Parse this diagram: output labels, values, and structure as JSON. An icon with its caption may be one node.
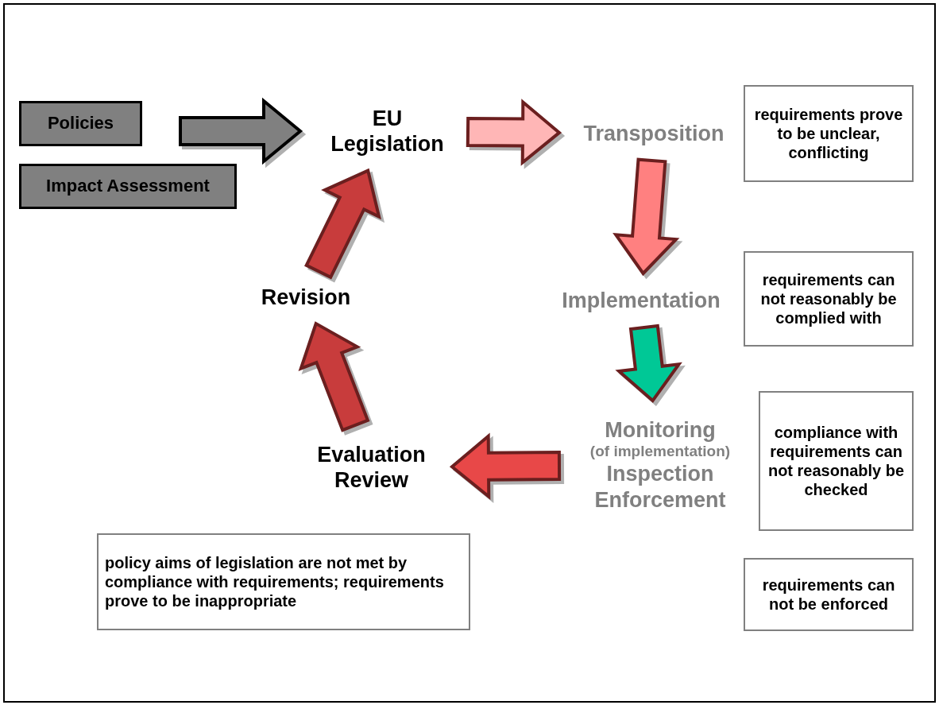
{
  "diagram": {
    "nodes": [
      {
        "text": [
          "Policies"
        ]
      },
      {
        "text": [
          "Impact Assessment"
        ]
      },
      {
        "text": [
          "EU Legislation"
        ]
      },
      {
        "text": [
          "Transposition"
        ]
      },
      {
        "text": [
          "Implementation"
        ]
      },
      {
        "text": [
          "Monitoring",
          "(of implementation)",
          "Inspection Enforcement"
        ]
      },
      {
        "text": [
          "Evaluation Review"
        ]
      },
      {
        "text": [
          "Revision"
        ]
      },
      {
        "text": [
          "requirements prove to be unclear, conflicting"
        ]
      },
      {
        "text": [
          "requirements can not reasonably be complied with"
        ]
      },
      {
        "text": [
          "compliance with requirements can not reasonably be checked"
        ]
      },
      {
        "text": [
          "requirements can not be enforced"
        ]
      },
      {
        "text": [
          "policy aims of legislation are not met by compliance with requirements; requirements prove to be inappropriate"
        ]
      }
    ],
    "edges": [
      {
        "from": 0,
        "to": 2,
        "arrow": "to",
        "style": "thick",
        "color": "#808080"
      },
      {
        "from": 1,
        "to": 2,
        "arrow": "to",
        "style": "thick",
        "color": "#808080"
      },
      {
        "from": 2,
        "to": 3,
        "arrow": "to",
        "style": "thick",
        "color": "#ffb6b6"
      },
      {
        "from": 3,
        "to": 4,
        "arrow": "to",
        "style": "thick",
        "color": "#ff8080"
      },
      {
        "from": 4,
        "to": 5,
        "arrow": "to",
        "style": "thick",
        "color": "#00c896"
      },
      {
        "from": 5,
        "to": 6,
        "arrow": "to",
        "style": "thick",
        "color": "#e84848"
      },
      {
        "from": 6,
        "to": 7,
        "arrow": "to",
        "style": "thick",
        "color": "#c83c3c"
      },
      {
        "from": 7,
        "to": 2,
        "arrow": "to",
        "style": "thick",
        "color": "#c83c3c"
      }
    ]
  }
}
